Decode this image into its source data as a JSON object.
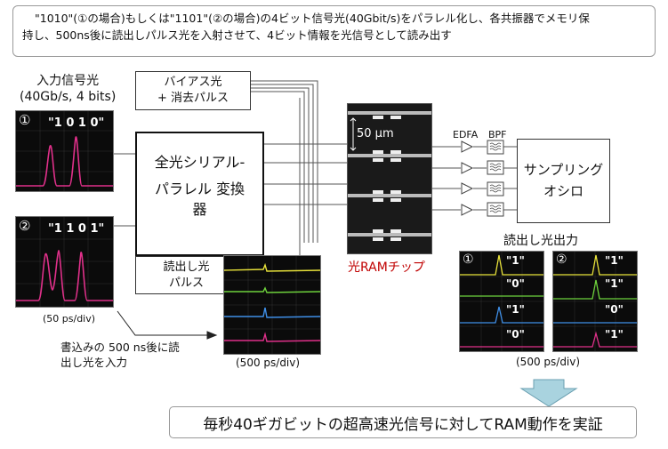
{
  "header": {
    "line1": "\"1010\"(①の場合)もしくは\"1101\"(②の場合)の4ビット信号光(40Gbit/s)をパラレル化し、各共振器でメモリ保",
    "line2": "持し、500ns後に読出しパルス光を入射させて、4ビット情報を光信号として読み出す"
  },
  "input": {
    "title_line1": "入力信号光",
    "title_line2": "(40Gb/s, 4 bits)",
    "scope1_num": "①",
    "scope1_bits": "\"1 0 1 0\"",
    "scope2_num": "②",
    "scope2_bits": "\"1 1 0 1\"",
    "scale": "(50 ps/div)"
  },
  "bias_box": {
    "line1": "バイアス光",
    "line2": "+ 消去パルス"
  },
  "converter": {
    "line1": "全光シリアル-",
    "line2": "パラレル 変換",
    "line3": "器"
  },
  "read_box": {
    "line1": "読出し光",
    "line2": "パルス"
  },
  "note": {
    "line1": "書込みの 500 ns後に読",
    "line2": "出し光を入力"
  },
  "parallel_scope": {
    "scale": "(500 ps/div)"
  },
  "chip": {
    "scale": "50 μm",
    "label": "光RAMチップ",
    "label_color": "#c00000"
  },
  "amps": {
    "edfa": "EDFA",
    "bpf": "BPF"
  },
  "oscilloscope": {
    "line1": "サンプリング",
    "line2": "オシロ"
  },
  "output": {
    "title": "読出し光出力",
    "scope1_num": "①",
    "scope1_bits": [
      "\"1\"",
      "\"0\"",
      "\"1\"",
      "\"0\""
    ],
    "scope2_num": "②",
    "scope2_bits": [
      "\"1\"",
      "\"1\"",
      "\"0\"",
      "\"1\""
    ],
    "scale": "(500 ps/div)"
  },
  "conclusion": "毎秒40ギガビットの超高速光信号に対してRAM動作を実証",
  "colors": {
    "trace_magenta": "#e0308a",
    "trace_yellow": "#e8e23a",
    "trace_green": "#6ed23c",
    "trace_blue": "#3f8fe8",
    "arrow_fill": "#a9d3df"
  }
}
